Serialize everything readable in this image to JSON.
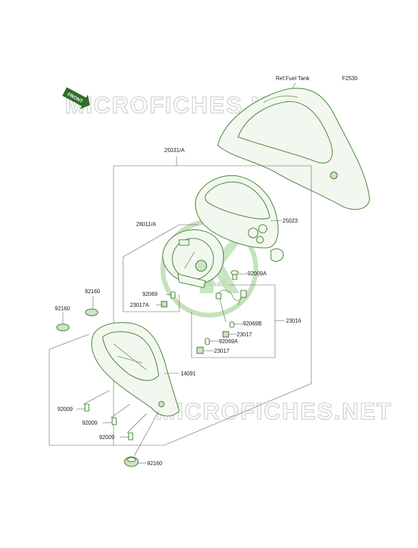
{
  "figure_code": "F2530",
  "ref_note": "Ref.Fuel Tank",
  "front_arrow": "FRONT",
  "watermark": "MICROFICHES.NET",
  "logo_text": "Kawasaki",
  "parts": {
    "p25031A": "25031/A",
    "p25023": "25023",
    "p28011A": "28011/A",
    "p92009A": "92009A",
    "p92069": "92069",
    "p23017A": "23017A",
    "p23016": "23016",
    "p92069B": "92069B",
    "p23017a": "23017",
    "p92069A": "92069A",
    "p23017b": "23017",
    "p92160a": "92160",
    "p92160b": "92160",
    "p14091": "14091",
    "p92009a": "92009",
    "p92009b": "92009",
    "p92009c": "92009",
    "p92160c": "92160"
  }
}
